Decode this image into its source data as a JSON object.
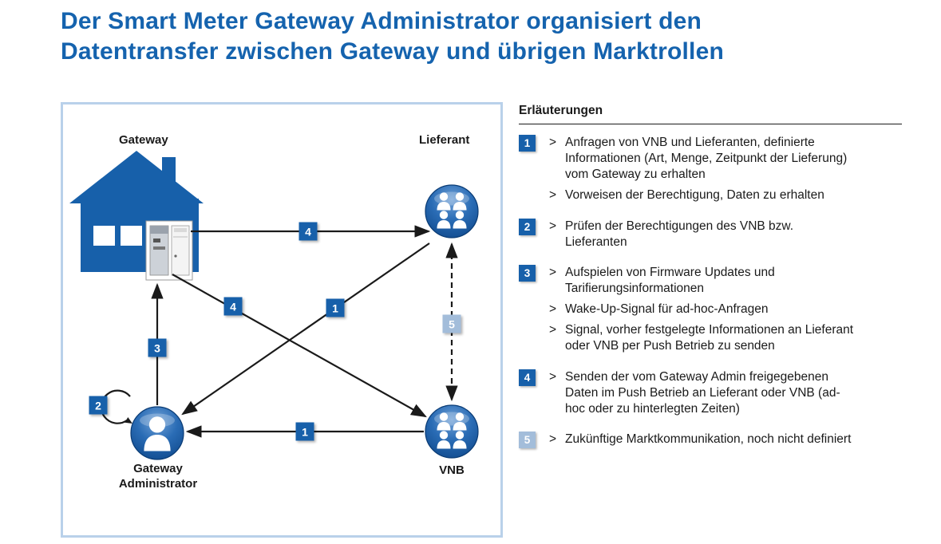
{
  "title": {
    "line1": "Der Smart Meter Gateway Administrator organisiert den",
    "line2": "Datentransfer zwischen Gateway und übrigen Marktrollen"
  },
  "diagram": {
    "nodes": {
      "gateway_label": "Gateway",
      "lieferant_label": "Lieferant",
      "admin_label_line1": "Gateway",
      "admin_label_line2": "Administrator",
      "vnb_label": "VNB"
    },
    "edge_badges": {
      "gateway_to_lieferant": "4",
      "gateway_to_vnb": "4",
      "lieferant_to_admin": "1",
      "admin_to_gateway": "3",
      "vnb_to_admin": "1",
      "admin_self": "2",
      "lieferant_vnb_future": "5"
    },
    "icons": {
      "gateway": "house",
      "lieferant": "user-group",
      "vnb": "user-group",
      "admin": "user",
      "bullet": "chevron-right"
    }
  },
  "legend": {
    "heading": "Erläuterungen",
    "items": [
      {
        "num": "1",
        "style": "dark",
        "bullets": [
          "Anfragen von VNB und Lieferanten, definierte Informationen (Art, Menge, Zeitpunkt der Lieferung) vom Gateway zu erhalten",
          "Vorweisen der Berechtigung, Daten zu erhalten"
        ]
      },
      {
        "num": "2",
        "style": "dark",
        "bullets": [
          "Prüfen der Berechtigungen des VNB bzw. Lieferanten"
        ]
      },
      {
        "num": "3",
        "style": "dark",
        "bullets": [
          "Aufspielen von Firmware Updates und Tarifierungsinformationen",
          "Wake-Up-Signal für ad-hoc-Anfragen",
          "Signal, vorher festgelegte Informationen an Lieferant oder VNB per Push Betrieb zu senden"
        ]
      },
      {
        "num": "4",
        "style": "dark",
        "bullets": [
          "Senden der vom Gateway Admin freigegebenen Daten im Push Betrieb an Lieferant oder VNB (ad-hoc oder zu hinterlegten Zeiten)"
        ]
      },
      {
        "num": "5",
        "style": "light",
        "bullets": [
          "Zukünftige Marktkommunikation, noch nicht definiert"
        ]
      }
    ]
  },
  "colors": {
    "title_blue": "#1563ae",
    "badge_blue": "#1760aa",
    "badge_light_blue": "#a3bdda",
    "panel_border": "#b9d1ea",
    "house_blue": "#1760aa",
    "arrow_black": "#1a1a1a"
  }
}
